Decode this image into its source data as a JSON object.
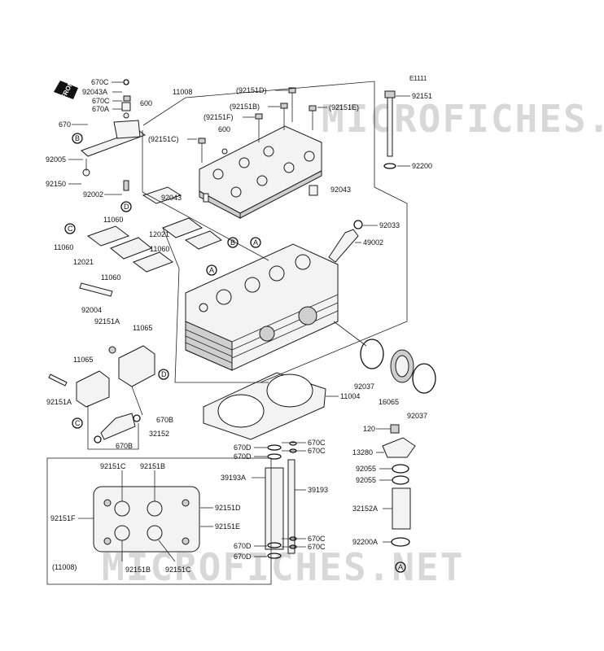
{
  "diagram_code": "E1111",
  "watermark": "MICROFICHES.NET",
  "front_label": "FRONT",
  "labels": {
    "p670c_top": "670C",
    "p92043a": "92043A",
    "p670c_2": "670C",
    "p670a": "670A",
    "p600_a": "600",
    "p670": "670",
    "p92005": "92005",
    "p92150": "92150",
    "p92002": "92002",
    "p11008": "11008",
    "p92151d": "(92151D)",
    "p92151b": "(92151B)",
    "p92151f": "(92151F)",
    "p92151e": "(92151E)",
    "p92151c": "(92151C)",
    "p600_b": "600",
    "p92043_l": "92043",
    "p92043_r": "92043",
    "p92151": "92151",
    "p92200": "92200",
    "p92033": "92033",
    "p49002": "49002",
    "p11060_1": "11060",
    "p11060_2": "11060",
    "p11060_3": "11060",
    "p11060_4": "11060",
    "p12021_1": "12021",
    "p12021_2": "12021",
    "p92004": "92004",
    "p92151a_1": "92151A",
    "p11065_1": "11065",
    "p11065_2": "11065",
    "p92151a_2": "92151A",
    "p670b_1": "670B",
    "p32152": "32152",
    "p670b_2": "670B",
    "p92037_1": "92037",
    "p16065": "16065",
    "p92037_2": "92037",
    "p11004": "11004",
    "p670c_m1": "670C",
    "p670c_m2": "670C",
    "p670d_m1": "670D",
    "p670d_m2": "670D",
    "p39193a": "39193A",
    "p39193": "39193",
    "p670c_b1": "670C",
    "p670c_b2": "670C",
    "p670d_b1": "670D",
    "p670d_b2": "670D",
    "p120": "120",
    "p13280": "13280",
    "p92055_1": "92055",
    "p92055_2": "92055",
    "p32152a": "32152A",
    "p92200a": "92200A",
    "inset_92151c_t": "92151C",
    "inset_92151b_t": "92151B",
    "inset_92151f": "92151F",
    "inset_92151d": "92151D",
    "inset_92151e": "92151E",
    "inset_11008": "(11008)",
    "inset_92151b_b": "92151B",
    "inset_92151c_b": "92151C"
  },
  "callouts": {
    "A": "A",
    "B": "B",
    "C": "C",
    "D": "D"
  }
}
